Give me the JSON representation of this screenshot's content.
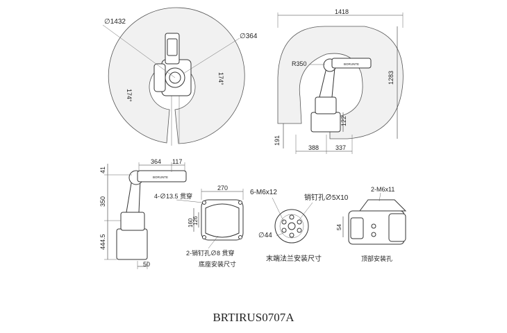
{
  "model": "BRTIRUS0707A",
  "brand_label": "BORUNTE",
  "top_view": {
    "outer_diameter": "∅1432",
    "inner_diameter": "∅364",
    "angle_left": "174°",
    "angle_right": "174°"
  },
  "side_view": {
    "reach_width": "1418",
    "reach_height": "1283",
    "inner_radius": "R350",
    "base_height": "122",
    "bottom_offset": "191",
    "rear_width": "388",
    "front_width": "337"
  },
  "arm_view": {
    "forearm_length": "364",
    "wrist_length": "117",
    "top_offset": "41",
    "upper_arm": "350",
    "base_height": "444.5",
    "base_offset": "50"
  },
  "base_mount": {
    "width": "270",
    "hole_spec": "4-∅13.5 贯穿",
    "dim_160": "160",
    "dim_126": "126",
    "pin_spec": "2-销钉孔∅8 贯穿",
    "caption": "底座安装尺寸"
  },
  "flange": {
    "thread_spec": "6-M6x12",
    "pin_spec": "销钉孔∅5X10",
    "diameter": "∅44",
    "caption": "末端法兰安装尺寸"
  },
  "top_mount": {
    "thread_spec": "2-M6x11",
    "dim_54": "54",
    "caption": "顶部安装孔"
  }
}
